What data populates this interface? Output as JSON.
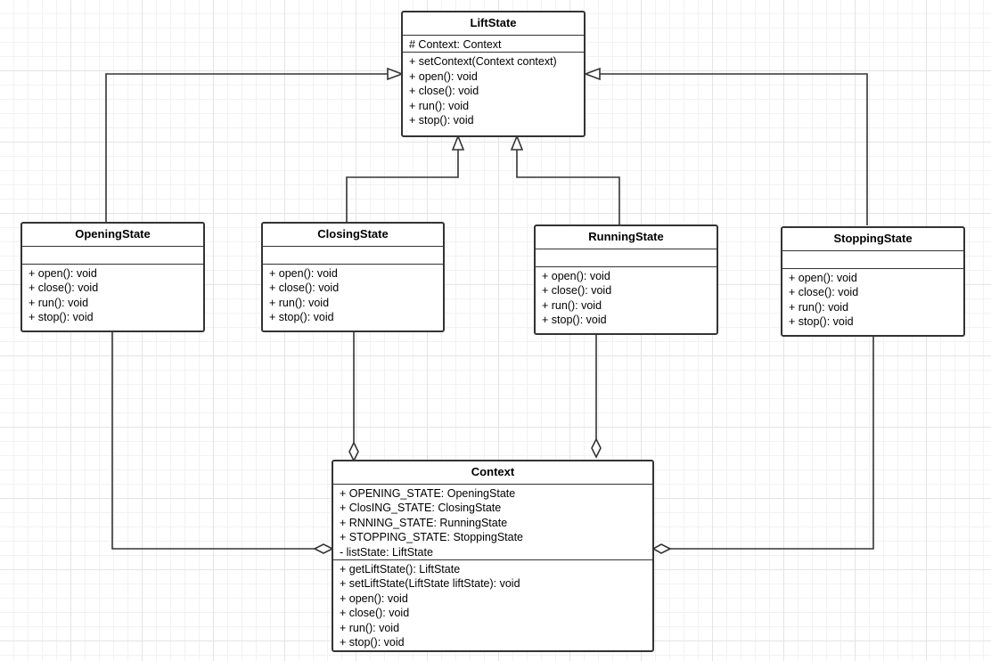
{
  "classes": {
    "lift_state": {
      "name": "LiftState",
      "attributes": [
        "# Context: Context"
      ],
      "methods": [
        "+ setContext(Context context)",
        "+ open(): void",
        "+ close(): void",
        "+ run(): void",
        "+ stop(): void"
      ]
    },
    "opening_state": {
      "name": "OpeningState",
      "attributes": [],
      "methods": [
        "+ open(): void",
        "+ close(): void",
        "+ run(): void",
        "+ stop(): void"
      ]
    },
    "closing_state": {
      "name": "ClosingState",
      "attributes": [],
      "methods": [
        "+ open(): void",
        "+ close(): void",
        "+ run(): void",
        "+ stop(): void"
      ]
    },
    "running_state": {
      "name": "RunningState",
      "attributes": [],
      "methods": [
        "+ open(): void",
        "+ close(): void",
        "+ run(): void",
        "+ stop(): void"
      ]
    },
    "stopping_state": {
      "name": "StoppingState",
      "attributes": [],
      "methods": [
        "+ open(): void",
        "+ close(): void",
        "+ run(): void",
        "+ stop(): void"
      ]
    },
    "context": {
      "name": "Context",
      "attributes": [
        "+ OPENING_STATE: OpeningState",
        "+ ClosING_STATE: ClosingState",
        "+ RNNING_STATE: RunningState",
        "+ STOPPING_STATE: StoppingState",
        "- listState: LiftState"
      ],
      "methods": [
        "+ getLiftState(): LiftState",
        "+ setLiftState(LiftState liftState): void",
        "+ open(): void",
        "+ close(): void",
        "+ run(): void",
        "+ stop(): void"
      ]
    }
  },
  "relationships": [
    {
      "from": "opening_state",
      "to": "lift_state",
      "kind": "generalization"
    },
    {
      "from": "closing_state",
      "to": "lift_state",
      "kind": "generalization"
    },
    {
      "from": "running_state",
      "to": "lift_state",
      "kind": "generalization"
    },
    {
      "from": "stopping_state",
      "to": "lift_state",
      "kind": "generalization"
    },
    {
      "from": "opening_state",
      "to": "context",
      "kind": "aggregation"
    },
    {
      "from": "closing_state",
      "to": "context",
      "kind": "aggregation"
    },
    {
      "from": "running_state",
      "to": "context",
      "kind": "aggregation"
    },
    {
      "from": "stopping_state",
      "to": "context",
      "kind": "aggregation"
    }
  ],
  "colors": {
    "line": "#333333",
    "box_fill": "#ffffff",
    "grid": "#e4e4e4"
  }
}
